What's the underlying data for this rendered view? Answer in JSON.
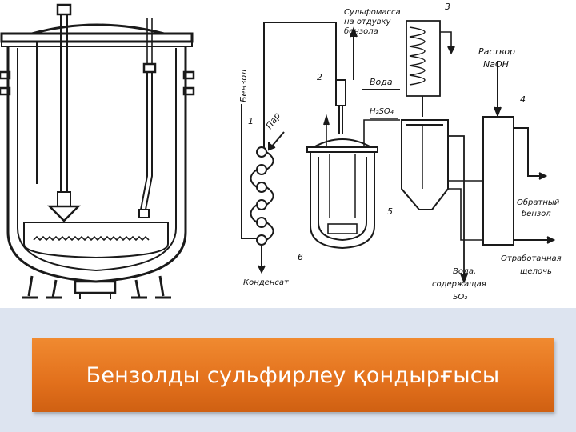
{
  "caption": "Бензолды сульфирлеу қондырғысы",
  "colors": {
    "caption_bar": "#e2701c",
    "background": "#dde4f0",
    "line": "#1a1a1a"
  },
  "diagram": {
    "labels": {
      "benzene": "Бензол",
      "steam": "Пар",
      "condensate": "Конденсат",
      "sulfomass_1": "Сульфомасса",
      "sulfomass_2": "на отдувку",
      "sulfomass_3": "бензола",
      "water": "Вода",
      "acid": "H₂SO₄",
      "naoh_1": "Раствор",
      "naoh_2": "NaOH",
      "return_1": "Обратный",
      "return_2": "бензол",
      "spent_1": "Отработанная",
      "spent_2": "щелочь",
      "water_so2_1": "Вода,",
      "water_so2_2": "содержащая",
      "water_so2_3": "SO₂"
    },
    "numbers": {
      "n1": "1",
      "n2": "2",
      "n3": "3",
      "n4": "4",
      "n5": "5",
      "n6": "6"
    }
  }
}
